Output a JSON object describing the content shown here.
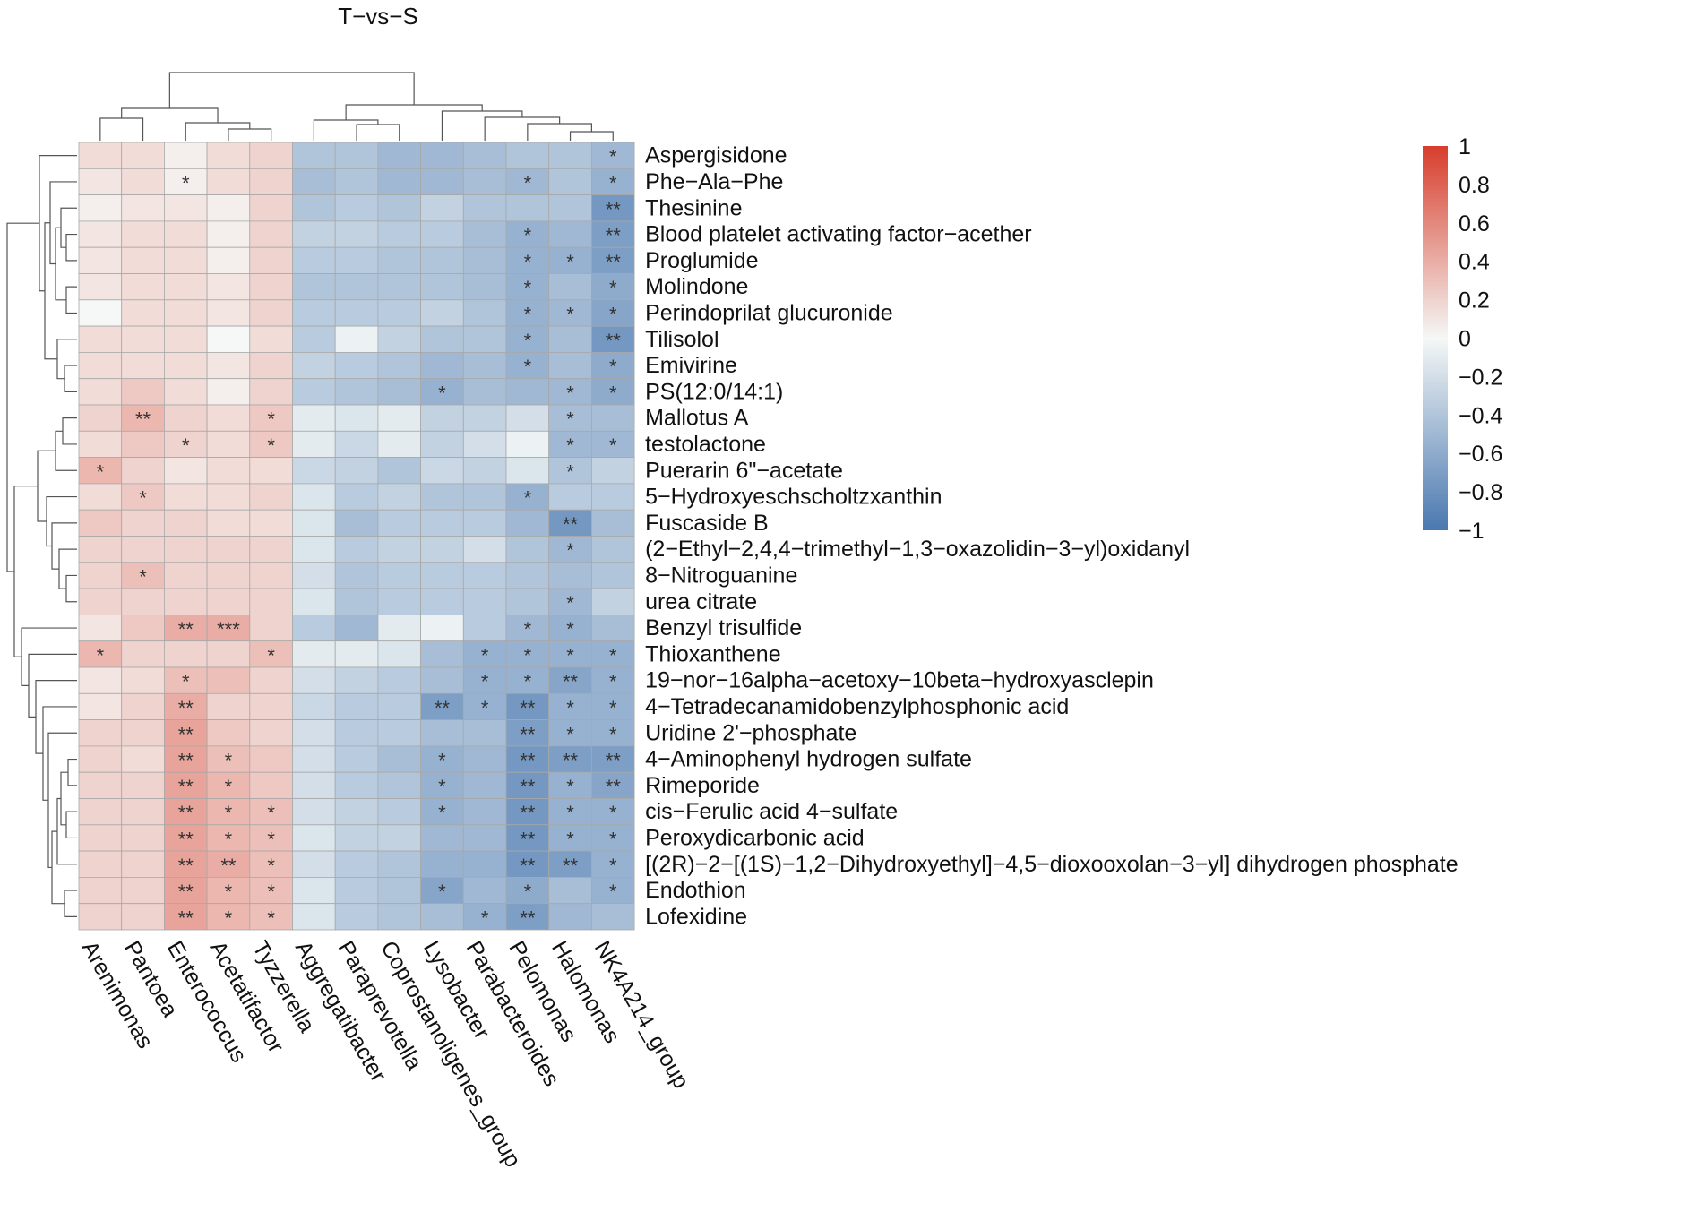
{
  "chart_data": {
    "type": "heatmap",
    "title": "T−vs−S",
    "columns": [
      "Arenimonas",
      "Pantoea",
      "Enterococcus",
      "Acetatifactor",
      "Tyzzerella",
      "Aggregatibacter",
      "Paraprevotella",
      "Coprostanoligenes_group",
      "Lysobacter",
      "Parabacteroides",
      "Pelomonas",
      "Halomonas",
      "NK4A214_group"
    ],
    "rows": [
      "Aspergisidone",
      "Phe−Ala−Phe",
      "Thesinine",
      "Blood platelet activating factor−acether",
      "Proglumide",
      "Molindone",
      "Perindoprilat glucuronide",
      "Tilisolol",
      "Emivirine",
      "PS(12:0/14:1)",
      "Mallotus A",
      "testolactone",
      "Puerarin 6\"−acetate",
      "5−Hydroxyeschscholtzxanthin",
      "Fuscaside B",
      "(2−Ethyl−2,4,4−trimethyl−1,3−oxazolidin−3−yl)oxidanyl",
      "8−Nitroguanine",
      "urea citrate",
      "Benzyl trisulfide",
      "Thioxanthene",
      "19−nor−16alpha−acetoxy−10beta−hydroxyasclepin",
      "4−Tetradecanamidobenzylphosphonic acid",
      "Uridine 2'−phosphate",
      "4−Aminophenyl hydrogen sulfate",
      "Rimeporide",
      "cis−Ferulic acid 4−sulfate",
      "Peroxydicarbonic acid",
      "[(2R)−2−[(1S)−1,2−Dihydroxyethyl]−4,5−dioxooxolan−3−yl] dihydrogen phosphate",
      "Endothion",
      "Lofexidine"
    ],
    "values": [
      [
        0.15,
        0.15,
        0.05,
        0.15,
        0.2,
        -0.4,
        -0.4,
        -0.5,
        -0.5,
        -0.45,
        -0.4,
        -0.4,
        -0.5
      ],
      [
        0.1,
        0.15,
        0.05,
        0.15,
        0.2,
        -0.45,
        -0.4,
        -0.5,
        -0.5,
        -0.45,
        -0.5,
        -0.4,
        -0.55
      ],
      [
        0.05,
        0.1,
        0.1,
        0.05,
        0.2,
        -0.4,
        -0.35,
        -0.4,
        -0.3,
        -0.4,
        -0.4,
        -0.4,
        -0.75
      ],
      [
        0.1,
        0.15,
        0.15,
        0.05,
        0.2,
        -0.3,
        -0.3,
        -0.35,
        -0.35,
        -0.45,
        -0.55,
        -0.5,
        -0.7
      ],
      [
        0.1,
        0.15,
        0.15,
        0.05,
        0.2,
        -0.35,
        -0.35,
        -0.4,
        -0.4,
        -0.45,
        -0.55,
        -0.55,
        -0.7
      ],
      [
        0.1,
        0.15,
        0.15,
        0.1,
        0.2,
        -0.4,
        -0.4,
        -0.4,
        -0.4,
        -0.45,
        -0.55,
        -0.45,
        -0.6
      ],
      [
        0.0,
        0.15,
        0.15,
        0.1,
        0.2,
        -0.35,
        -0.35,
        -0.35,
        -0.3,
        -0.4,
        -0.55,
        -0.5,
        -0.65
      ],
      [
        0.15,
        0.15,
        0.15,
        0.0,
        0.15,
        -0.35,
        -0.05,
        -0.3,
        -0.4,
        -0.4,
        -0.55,
        -0.45,
        -0.75
      ],
      [
        0.15,
        0.15,
        0.15,
        0.1,
        0.2,
        -0.3,
        -0.35,
        -0.4,
        -0.5,
        -0.45,
        -0.55,
        -0.45,
        -0.6
      ],
      [
        0.15,
        0.25,
        0.15,
        0.05,
        0.2,
        -0.35,
        -0.4,
        -0.45,
        -0.55,
        -0.45,
        -0.5,
        -0.5,
        -0.6
      ],
      [
        0.2,
        0.35,
        0.2,
        0.15,
        0.25,
        -0.1,
        -0.15,
        -0.1,
        -0.3,
        -0.3,
        -0.2,
        -0.45,
        -0.45
      ],
      [
        0.15,
        0.25,
        0.2,
        0.15,
        0.25,
        -0.1,
        -0.25,
        -0.1,
        -0.3,
        -0.2,
        -0.05,
        -0.5,
        -0.5
      ],
      [
        0.35,
        0.2,
        0.1,
        0.15,
        0.15,
        -0.25,
        -0.3,
        -0.4,
        -0.25,
        -0.3,
        -0.15,
        -0.4,
        -0.3
      ],
      [
        0.15,
        0.25,
        0.15,
        0.15,
        0.2,
        -0.15,
        -0.35,
        -0.3,
        -0.4,
        -0.4,
        -0.55,
        -0.35,
        -0.35
      ],
      [
        0.25,
        0.2,
        0.2,
        0.15,
        0.15,
        -0.15,
        -0.45,
        -0.35,
        -0.35,
        -0.35,
        -0.5,
        -0.75,
        -0.45
      ],
      [
        0.2,
        0.2,
        0.2,
        0.2,
        0.2,
        -0.15,
        -0.35,
        -0.3,
        -0.3,
        -0.2,
        -0.4,
        -0.5,
        -0.4
      ],
      [
        0.2,
        0.3,
        0.2,
        0.2,
        0.2,
        -0.2,
        -0.4,
        -0.35,
        -0.35,
        -0.35,
        -0.4,
        -0.45,
        -0.4
      ],
      [
        0.2,
        0.2,
        0.2,
        0.2,
        0.2,
        -0.15,
        -0.4,
        -0.35,
        -0.35,
        -0.35,
        -0.4,
        -0.5,
        -0.3
      ],
      [
        0.1,
        0.25,
        0.4,
        0.4,
        0.2,
        -0.35,
        -0.5,
        -0.1,
        -0.05,
        -0.35,
        -0.5,
        -0.55,
        -0.45
      ],
      [
        0.35,
        0.2,
        0.2,
        0.2,
        0.3,
        -0.1,
        -0.1,
        -0.15,
        -0.45,
        -0.55,
        -0.55,
        -0.55,
        -0.55
      ],
      [
        0.1,
        0.15,
        0.3,
        0.3,
        0.2,
        -0.2,
        -0.3,
        -0.35,
        -0.45,
        -0.55,
        -0.55,
        -0.65,
        -0.55
      ],
      [
        0.1,
        0.2,
        0.4,
        0.2,
        0.2,
        -0.25,
        -0.35,
        -0.35,
        -0.7,
        -0.55,
        -0.75,
        -0.55,
        -0.55
      ],
      [
        0.2,
        0.2,
        0.45,
        0.25,
        0.2,
        -0.2,
        -0.35,
        -0.35,
        -0.45,
        -0.45,
        -0.7,
        -0.55,
        -0.55
      ],
      [
        0.2,
        0.15,
        0.45,
        0.3,
        0.25,
        -0.2,
        -0.35,
        -0.45,
        -0.55,
        -0.5,
        -0.75,
        -0.7,
        -0.7
      ],
      [
        0.2,
        0.2,
        0.45,
        0.35,
        0.25,
        -0.2,
        -0.35,
        -0.4,
        -0.55,
        -0.5,
        -0.75,
        -0.55,
        -0.65
      ],
      [
        0.2,
        0.2,
        0.45,
        0.35,
        0.3,
        -0.2,
        -0.3,
        -0.35,
        -0.55,
        -0.5,
        -0.75,
        -0.55,
        -0.55
      ],
      [
        0.2,
        0.2,
        0.45,
        0.35,
        0.3,
        -0.15,
        -0.3,
        -0.3,
        -0.5,
        -0.5,
        -0.75,
        -0.55,
        -0.55
      ],
      [
        0.2,
        0.2,
        0.45,
        0.4,
        0.3,
        -0.2,
        -0.35,
        -0.4,
        -0.55,
        -0.55,
        -0.75,
        -0.7,
        -0.55
      ],
      [
        0.2,
        0.2,
        0.45,
        0.35,
        0.3,
        -0.15,
        -0.35,
        -0.4,
        -0.65,
        -0.5,
        -0.6,
        -0.45,
        -0.55
      ],
      [
        0.2,
        0.2,
        0.45,
        0.35,
        0.3,
        -0.15,
        -0.35,
        -0.4,
        -0.45,
        -0.55,
        -0.7,
        -0.5,
        -0.45
      ]
    ],
    "significance": [
      [
        "",
        "",
        "",
        "",
        "",
        "",
        "",
        "",
        "",
        "",
        "",
        "",
        "*"
      ],
      [
        "",
        "",
        "*",
        "",
        "",
        "",
        "",
        "",
        "",
        "",
        "*",
        "",
        "*"
      ],
      [
        "",
        "",
        "",
        "",
        "",
        "",
        "",
        "",
        "",
        "",
        "",
        "",
        "**"
      ],
      [
        "",
        "",
        "",
        "",
        "",
        "",
        "",
        "",
        "",
        "",
        "*",
        "",
        "**"
      ],
      [
        "",
        "",
        "",
        "",
        "",
        "",
        "",
        "",
        "",
        "",
        "*",
        "*",
        "**"
      ],
      [
        "",
        "",
        "",
        "",
        "",
        "",
        "",
        "",
        "",
        "",
        "*",
        "",
        "*"
      ],
      [
        "",
        "",
        "",
        "",
        "",
        "",
        "",
        "",
        "",
        "",
        "*",
        "*",
        "*"
      ],
      [
        "",
        "",
        "",
        "",
        "",
        "",
        "",
        "",
        "",
        "",
        "*",
        "",
        "**"
      ],
      [
        "",
        "",
        "",
        "",
        "",
        "",
        "",
        "",
        "",
        "",
        "*",
        "",
        "*"
      ],
      [
        "",
        "",
        "",
        "",
        "",
        "",
        "",
        "",
        "*",
        "",
        "",
        "*",
        "*"
      ],
      [
        "",
        "**",
        "",
        "",
        "*",
        "",
        "",
        "",
        "",
        "",
        "",
        "*",
        ""
      ],
      [
        "",
        "",
        "*",
        "",
        "*",
        "",
        "",
        "",
        "",
        "",
        "",
        "*",
        "*"
      ],
      [
        "*",
        "",
        "",
        "",
        "",
        "",
        "",
        "",
        "",
        "",
        "",
        "*",
        ""
      ],
      [
        "",
        "*",
        "",
        "",
        "",
        "",
        "",
        "",
        "",
        "",
        "*",
        "",
        ""
      ],
      [
        "",
        "",
        "",
        "",
        "",
        "",
        "",
        "",
        "",
        "",
        "",
        "**",
        ""
      ],
      [
        "",
        "",
        "",
        "",
        "",
        "",
        "",
        "",
        "",
        "",
        "",
        "*",
        ""
      ],
      [
        "",
        "*",
        "",
        "",
        "",
        "",
        "",
        "",
        "",
        "",
        "",
        "",
        ""
      ],
      [
        "",
        "",
        "",
        "",
        "",
        "",
        "",
        "",
        "",
        "",
        "",
        "*",
        ""
      ],
      [
        "",
        "",
        "**",
        "***",
        "",
        "",
        "",
        "",
        "",
        "",
        "*",
        "*",
        ""
      ],
      [
        "*",
        "",
        "",
        "",
        "*",
        "",
        "",
        "",
        "",
        "*",
        "*",
        "*",
        "*"
      ],
      [
        "",
        "",
        "*",
        "",
        "",
        "",
        "",
        "",
        "",
        "*",
        "*",
        "**",
        "*"
      ],
      [
        "",
        "",
        "**",
        "",
        "",
        "",
        "",
        "",
        "**",
        "*",
        "**",
        "*",
        "*"
      ],
      [
        "",
        "",
        "**",
        "",
        "",
        "",
        "",
        "",
        "",
        "",
        "**",
        "*",
        "*"
      ],
      [
        "",
        "",
        "**",
        "*",
        "",
        "",
        "",
        "",
        "*",
        "",
        "**",
        "**",
        "**"
      ],
      [
        "",
        "",
        "**",
        "*",
        "",
        "",
        "",
        "",
        "*",
        "",
        "**",
        "*",
        "**"
      ],
      [
        "",
        "",
        "**",
        "*",
        "*",
        "",
        "",
        "",
        "*",
        "",
        "**",
        "*",
        "*"
      ],
      [
        "",
        "",
        "**",
        "*",
        "*",
        "",
        "",
        "",
        "",
        "",
        "**",
        "*",
        "*"
      ],
      [
        "",
        "",
        "**",
        "**",
        "*",
        "",
        "",
        "",
        "",
        "",
        "**",
        "**",
        "*"
      ],
      [
        "",
        "",
        "**",
        "*",
        "*",
        "",
        "",
        "",
        "*",
        "",
        "*",
        "",
        "*"
      ],
      [
        "",
        "",
        "**",
        "*",
        "*",
        "",
        "",
        "",
        "",
        "*",
        "**",
        "",
        ""
      ]
    ],
    "colorbar": {
      "range": [
        -1,
        1
      ],
      "ticks": [
        "1",
        "0.8",
        "0.6",
        "0.4",
        "0.2",
        "0",
        "−0.2",
        "−0.4",
        "−0.6",
        "−0.8",
        "−1"
      ],
      "colors": {
        "low": "#4A78B0",
        "mid": "#F5F8F6",
        "high": "#D73D2C"
      }
    },
    "legend_position": "right"
  }
}
